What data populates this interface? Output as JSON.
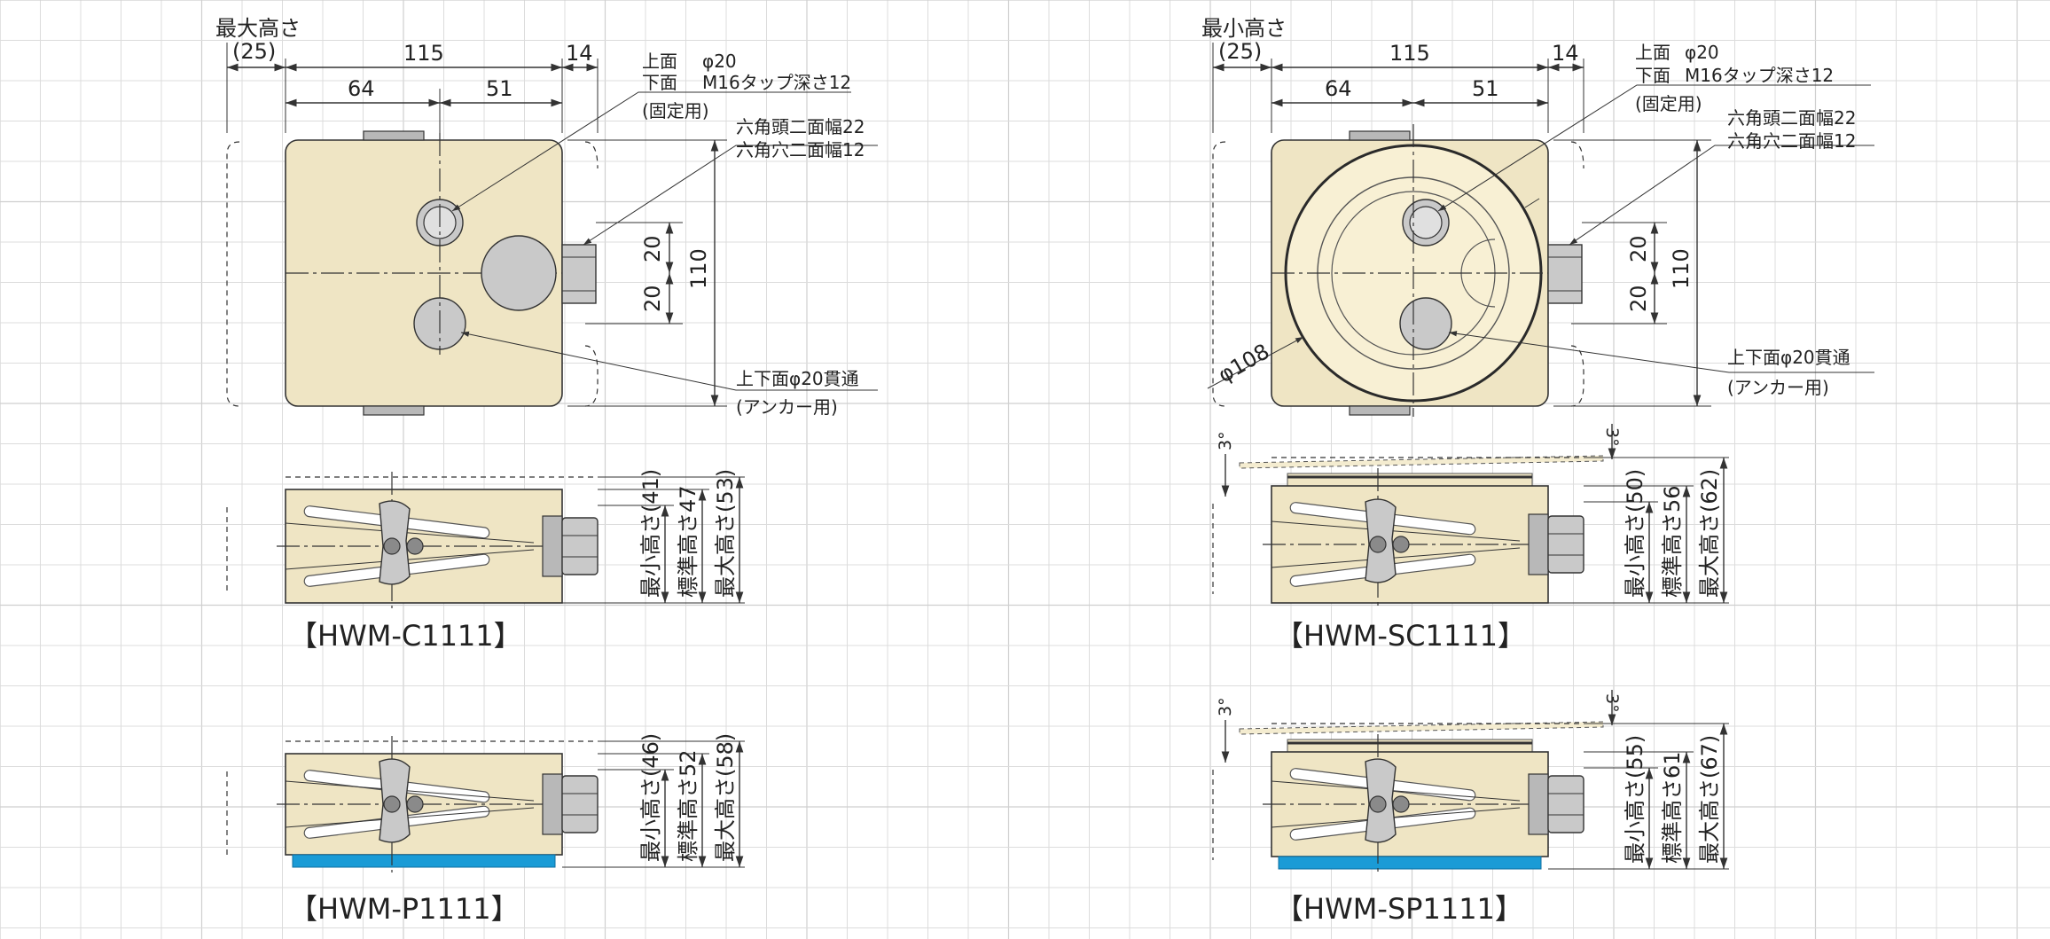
{
  "grid": {
    "minor_color": "#dcdcdc"
  },
  "colors": {
    "body": "#efe5c4",
    "base_pad": "#1a9bd6",
    "disc": "#f8f0d4",
    "hardware": "#c9c9c9"
  },
  "left_top_view": {
    "corner_label": "最大高さ",
    "corner_value": "(25)",
    "dim_115": "115",
    "dim_14": "14",
    "dim_64": "64",
    "dim_51": "51",
    "dim_20a": "20",
    "dim_20b": "20",
    "dim_110": "110",
    "note_top_1": "上面",
    "note_top_1_value": "φ20",
    "note_top_2": "下面",
    "note_top_2_value": "M16タップ深さ12",
    "note_top_3": "(固定用)",
    "note_hex_1": "六角頭二面幅22",
    "note_hex_2": "六角穴二面幅12",
    "note_anchor_1": "上下面φ20貫通",
    "note_anchor_2": "(アンカー用)"
  },
  "right_top_view": {
    "corner_label": "最小高さ",
    "corner_value": "(25)",
    "dim_115": "115",
    "dim_14": "14",
    "dim_64": "64",
    "dim_51": "51",
    "dim_20a": "20",
    "dim_20b": "20",
    "dim_110": "110",
    "dim_dia": "φ108",
    "note_top_1": "上面",
    "note_top_1_value": "φ20",
    "note_top_2": "下面",
    "note_top_2_value": "M16タップ深さ12",
    "note_top_3": "(固定用)",
    "note_hex_1": "六角頭二面幅22",
    "note_hex_2": "六角穴二面幅12",
    "note_anchor_1": "上下面φ20貫通",
    "note_anchor_2": "(アンカー用)"
  },
  "side_views": [
    {
      "model": "【HWM-C1111】",
      "min": "最小高さ(41)",
      "std": "標準高さ47",
      "max": "最大高さ(53)"
    },
    {
      "model": "【HWM-P1111】",
      "min": "最小高さ(46)",
      "std": "標準高さ52",
      "max": "最大高さ(58)"
    },
    {
      "model": "【HWM-SC1111】",
      "min": "最小高さ(50)",
      "std": "標準高さ56",
      "max": "最大高さ(62)",
      "angle_left": "3°",
      "angle_right": "3°"
    },
    {
      "model": "【HWM-SP1111】",
      "min": "最小高さ(55)",
      "std": "標準高さ61",
      "max": "最大高さ(67)",
      "angle_left": "3°",
      "angle_right": "3°"
    }
  ]
}
